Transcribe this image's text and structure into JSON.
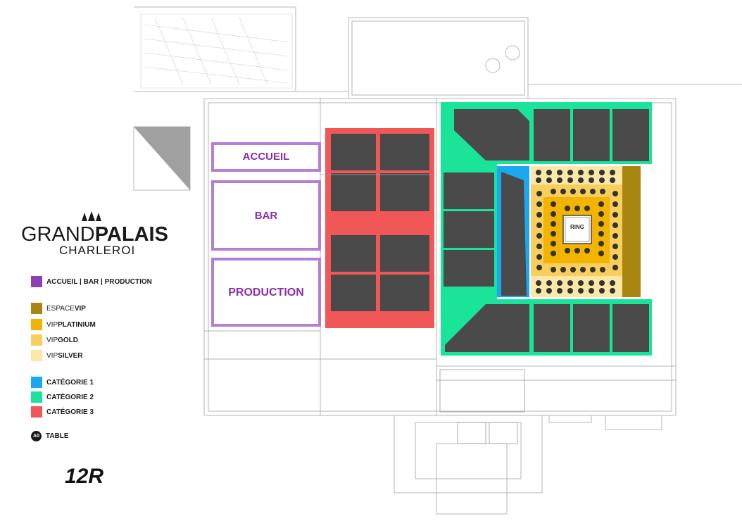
{
  "venue": {
    "name_light": "GRAND",
    "name_bold": "PALAIS",
    "city": "CHARLEROI"
  },
  "rooms": {
    "accueil": "ACCUEIL",
    "bar": "BAR",
    "production": "PRODUCTION"
  },
  "ring": {
    "label": "RING"
  },
  "legend": {
    "items": [
      {
        "key": "production",
        "light": "",
        "bold": "ACCUEIL | BAR | PRODUCTION",
        "color": "#8e3fb4"
      },
      {
        "key": "espace-vip",
        "light": "ESPACE ",
        "bold": "VIP",
        "color": "#a8860f"
      },
      {
        "key": "vip-platinium",
        "light": "VIP ",
        "bold": "PLATINIUM",
        "color": "#f2b400"
      },
      {
        "key": "vip-gold",
        "light": "VIP ",
        "bold": "GOLD",
        "color": "#f8cf5d"
      },
      {
        "key": "vip-silver",
        "light": "VIP ",
        "bold": "SILVER",
        "color": "#fbe7a6"
      },
      {
        "key": "categorie-1",
        "light": "",
        "bold": "CATÉGORIE 1",
        "color": "#1aa9f0"
      },
      {
        "key": "categorie-2",
        "light": "",
        "bold": "CATÉGORIE 2",
        "color": "#19e49a"
      },
      {
        "key": "categorie-3",
        "light": "",
        "bold": "CATÉGORIE 3",
        "color": "#f25757"
      }
    ],
    "table": {
      "badge": "A0",
      "label": "TABLE"
    }
  },
  "brand": {
    "mark": "12R"
  }
}
